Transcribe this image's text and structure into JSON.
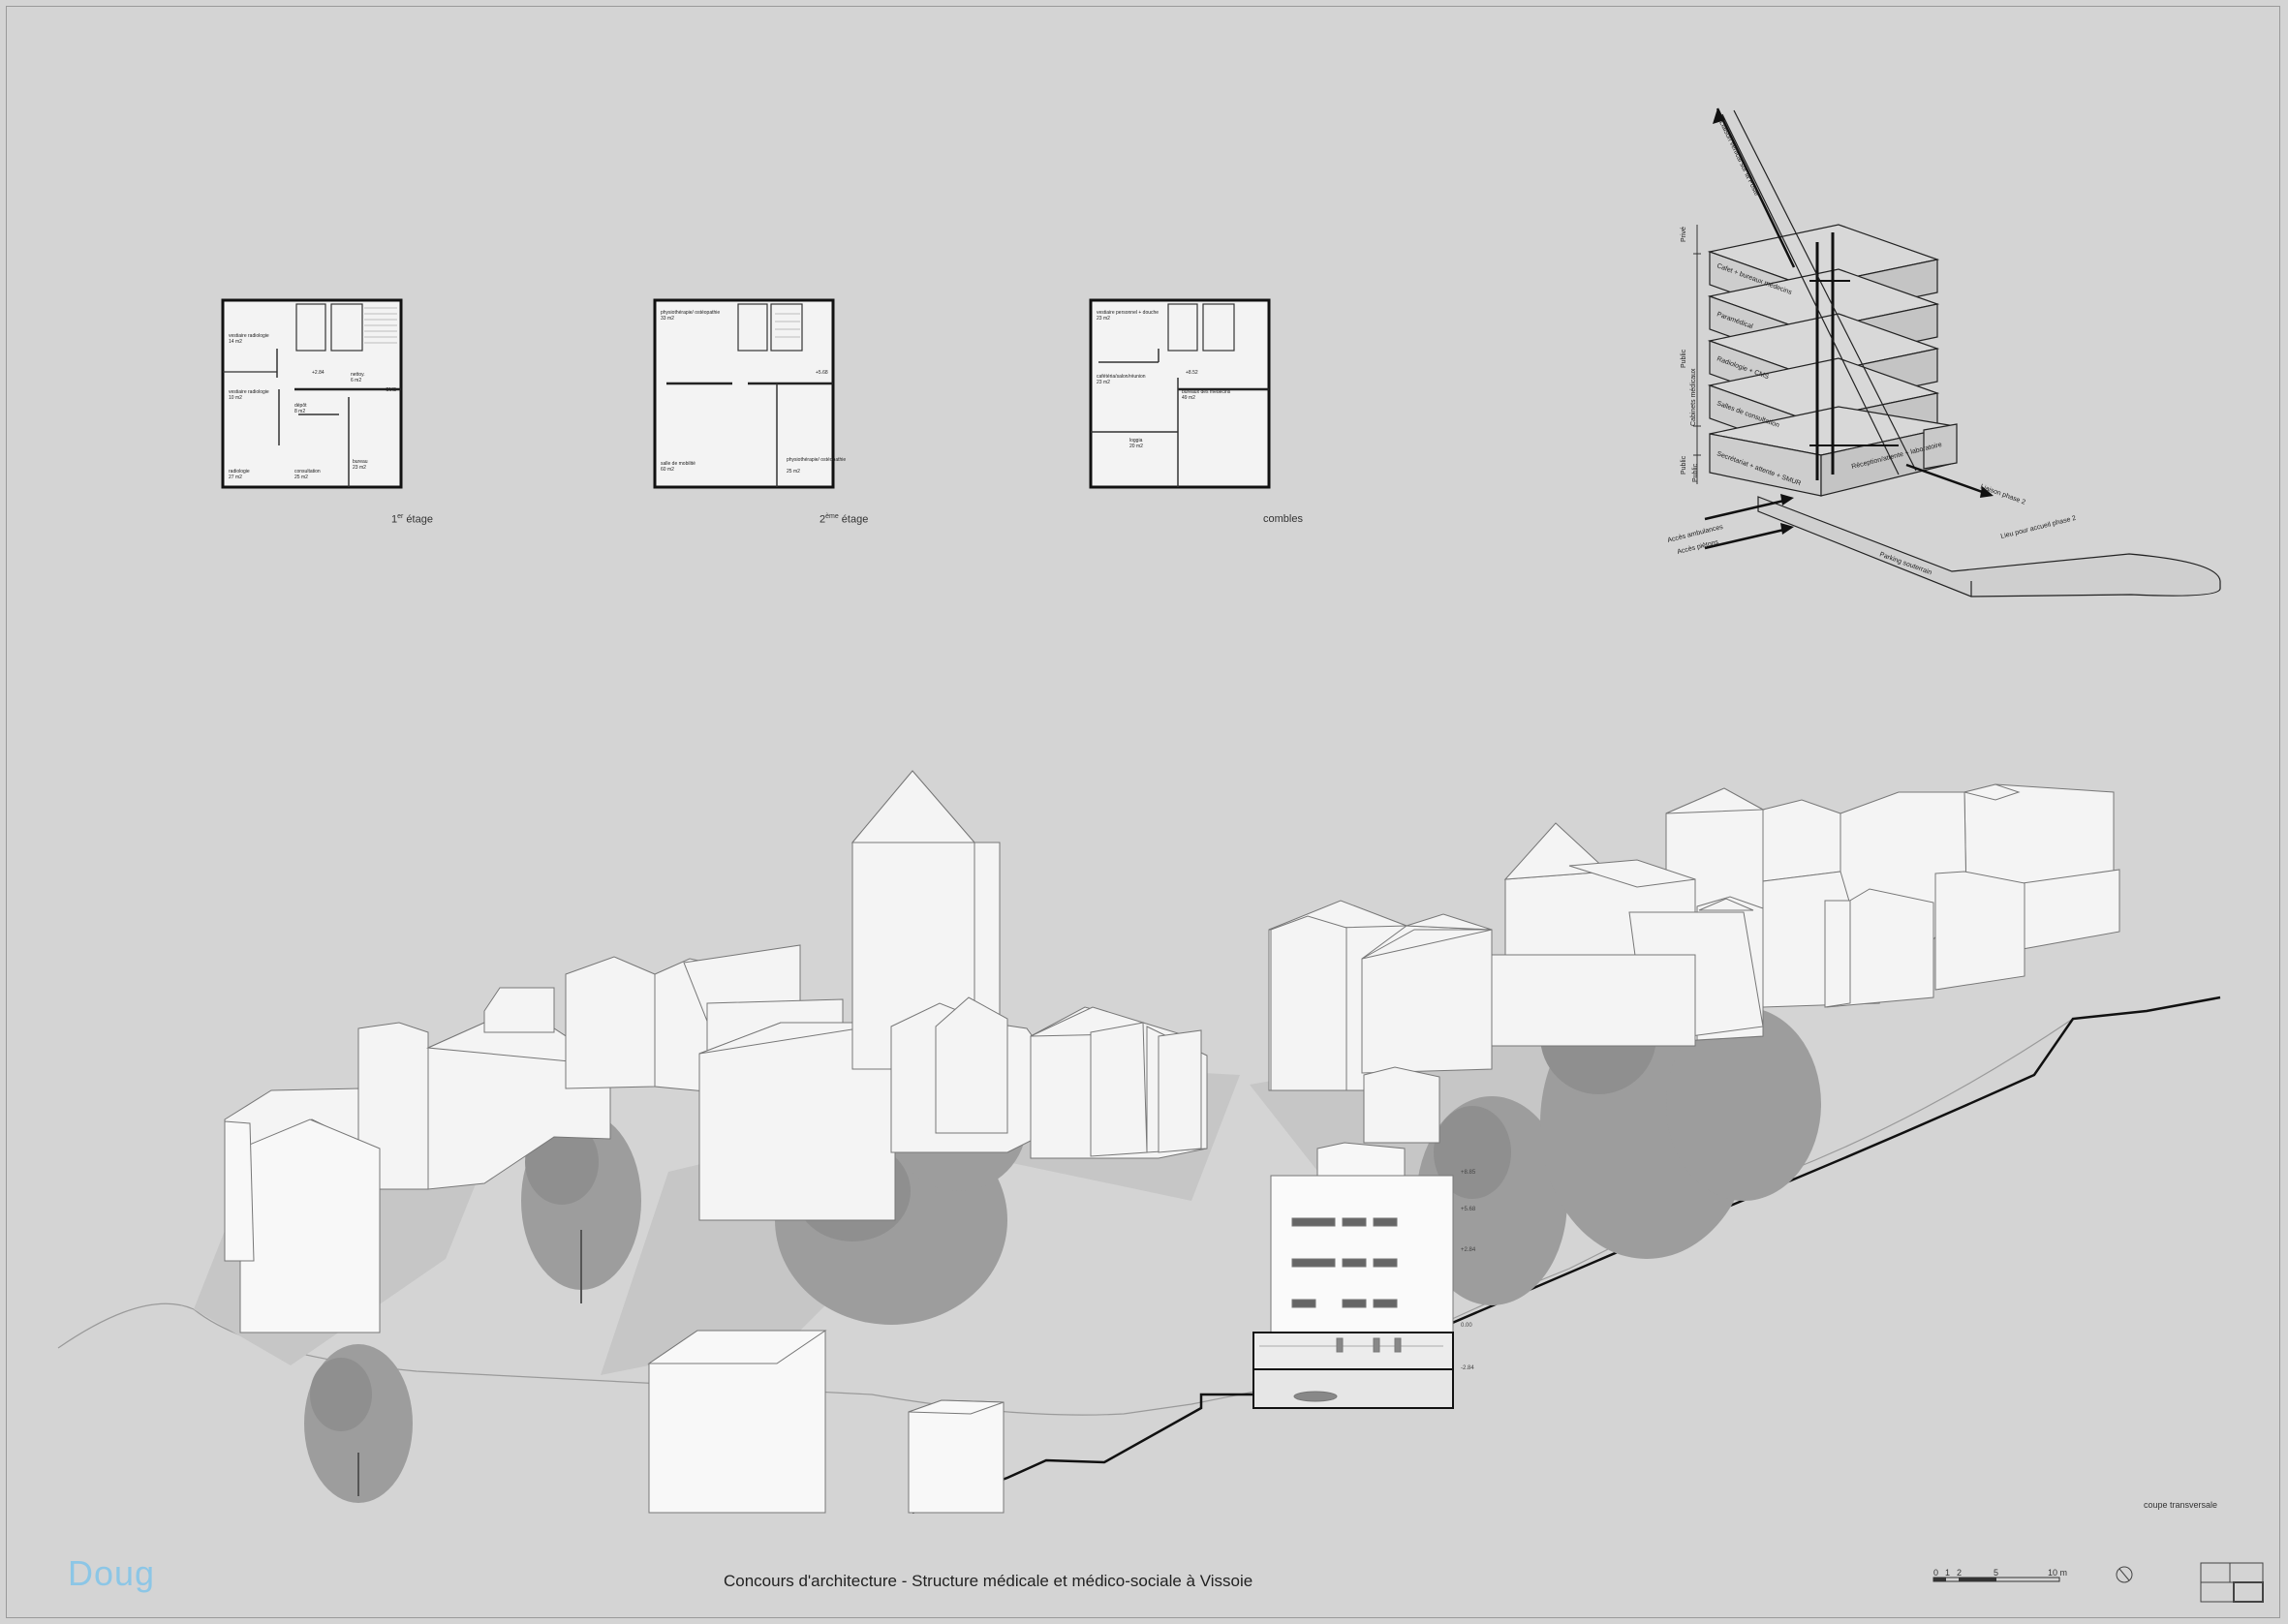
{
  "plans": [
    {
      "caption_pre": "1",
      "caption_sup": "er",
      "caption_post": " étage",
      "rooms": [
        {
          "name": "vestiaire radiologie",
          "area": "14 m2"
        },
        {
          "name": "vestiaire radiologie",
          "area": "10 m2"
        },
        {
          "name": "dépôt",
          "area": "8 m2"
        },
        {
          "name": "nettoy.",
          "area": "6 m2"
        },
        {
          "name": "radiologie",
          "area": "27 m2"
        },
        {
          "name": "consultation",
          "area": "25 m2"
        },
        {
          "name": "bureau",
          "area": "23 m2"
        }
      ],
      "level": "+2.84",
      "tag": "CMS"
    },
    {
      "caption_pre": "2",
      "caption_sup": "ème",
      "caption_post": " étage",
      "rooms": [
        {
          "name": "physiothérapie/ ostéopathie",
          "area": "33 m2"
        },
        {
          "name": "salle de mobilité",
          "area": "60 m2"
        },
        {
          "name": "physiothérapie/ ostéopathie",
          "area": "25 m2"
        }
      ],
      "level": "+5.68"
    },
    {
      "caption": "combles",
      "rooms": [
        {
          "name": "vestiaire personnel + douche",
          "area": "23 m2"
        },
        {
          "name": "cafétéria/salon/réunion",
          "area": "23 m2"
        },
        {
          "name": "bureaux des médecins",
          "area": "49 m2"
        },
        {
          "name": "loggia",
          "area": "20 m2"
        }
      ],
      "level": "+8.52"
    }
  ],
  "axo": {
    "top_labels": [
      "Liaison vertical sur la Poste"
    ],
    "side_labels": [
      "Privé",
      "Public",
      "Cabinets médicaux",
      "Public",
      "Public"
    ],
    "levels": [
      "Cafet + bureaux médecins",
      "Paramédical",
      "Radiologie + CMS",
      "Salles de consultation",
      "Secrétariat + attente + SMUR"
    ],
    "annotations": [
      "Réception/attente + laboratoire",
      "Liaison phase 2",
      "Accès ambulances",
      "Accès piétons",
      "Parking souterrain",
      "Lieu pour accueil phase 2"
    ]
  },
  "section": {
    "label": "coupe transversale",
    "levels": [
      "+8.85",
      "+5.68",
      "+2.84",
      "0.00",
      "-2.84"
    ]
  },
  "footer": {
    "logo": "Doug",
    "title": "Concours d'architecture - Structure médicale et médico-sociale à Vissoie",
    "scale_ticks": [
      "0",
      "1",
      "2",
      "5",
      "10 m"
    ]
  },
  "colors": {
    "background": "#d4d4d4",
    "building": "#f6f6f6",
    "building_side": "#e9e9e9",
    "shadow": "#c2c2c2",
    "tree": "#9d9d9d",
    "logo": "#8cc6e6"
  }
}
